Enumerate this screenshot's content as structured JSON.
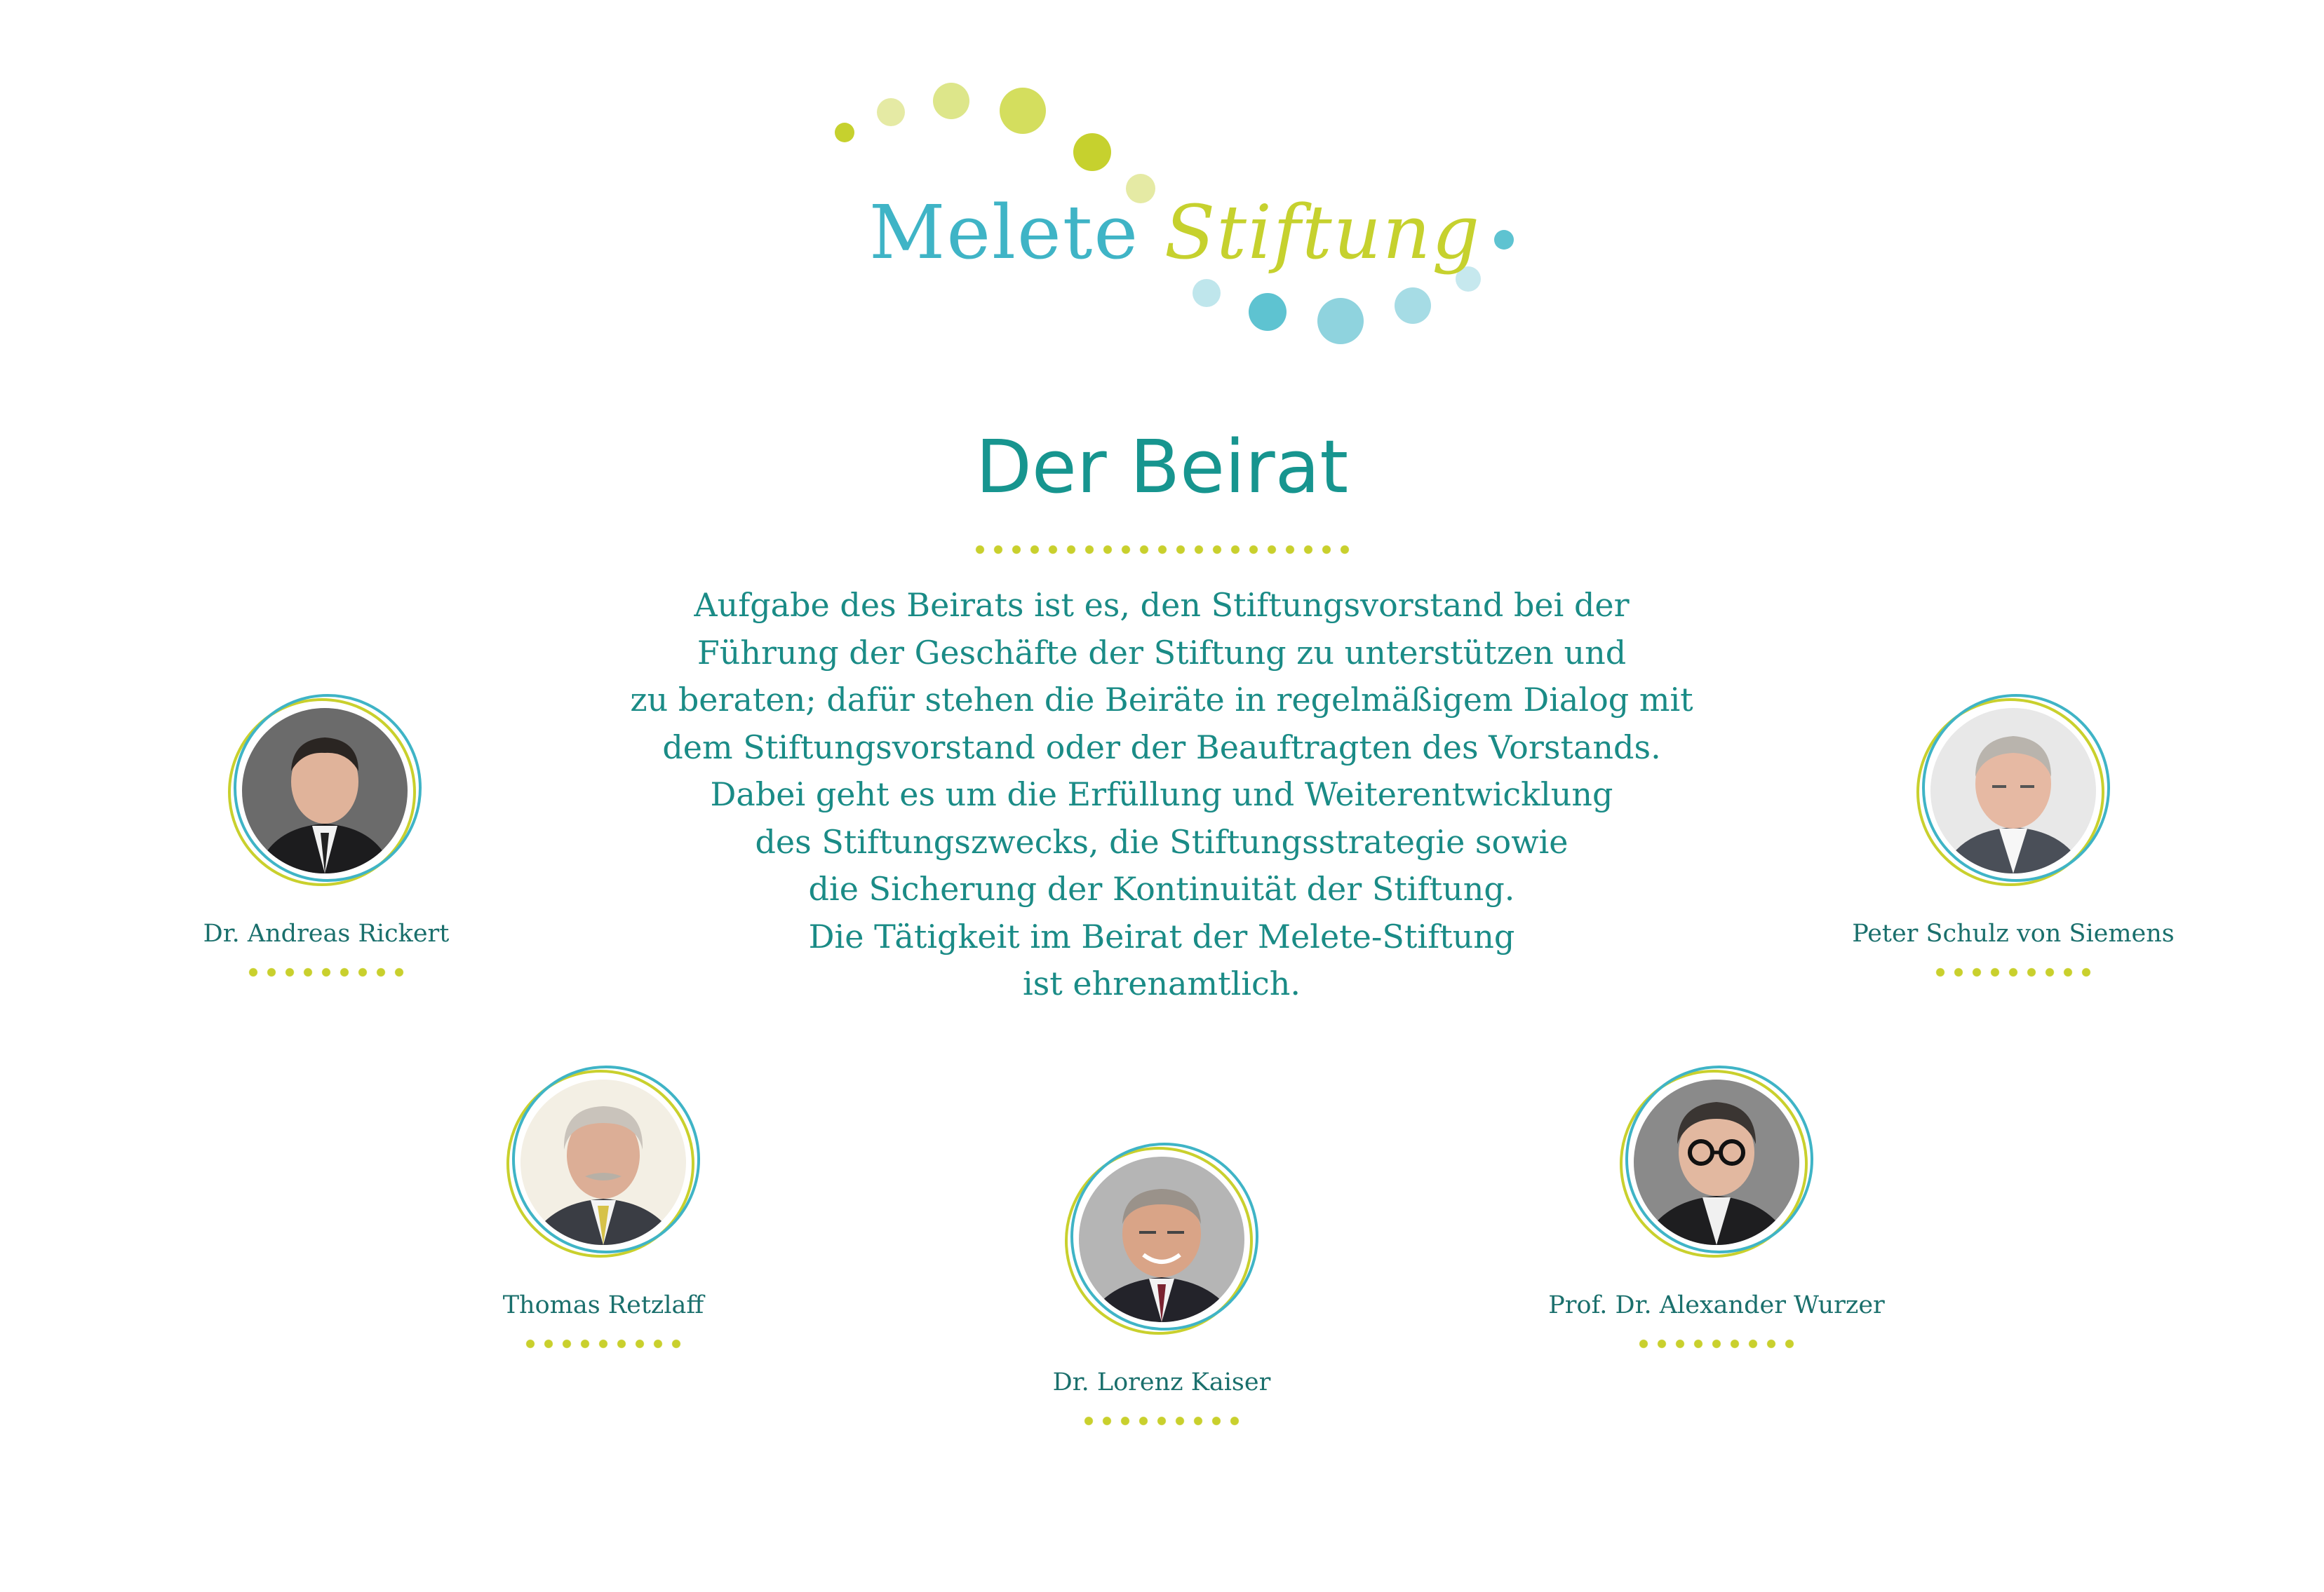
{
  "logo": {
    "word1": "Melete",
    "word2": "Stiftung",
    "colors": {
      "teal": "#3fb4c6",
      "lime": "#c6d12e"
    }
  },
  "title": "Der Beirat",
  "description": {
    "lines": [
      "Aufgabe des Beirats ist es, den Stiftungsvorstand bei der",
      "Führung der Geschäfte der Stiftung zu unterstützen und",
      "zu beraten; dafür stehen die Beiräte in regelmäßigem Dialog mit",
      "dem Stiftungsvorstand oder der Beauftragten des Vorstands.",
      "Dabei geht es um die Erfüllung und Weiterentwicklung",
      "des Stiftungszwecks, die Stiftungsstrategie sowie",
      "die Sicherung der Kontinuität der Stiftung.",
      "Die Tätigkeit im Beirat der Melete-Stiftung",
      "ist ehrenamtlich."
    ]
  },
  "members": [
    {
      "name": "Dr. Andreas Rickert",
      "icon": "portrait-photo"
    },
    {
      "name": "Peter Schulz von Siemens",
      "icon": "portrait-photo"
    },
    {
      "name": "Thomas Retzlaff",
      "icon": "portrait-photo"
    },
    {
      "name": "Prof. Dr. Alexander Wurzer",
      "icon": "portrait-photo"
    },
    {
      "name": "Dr. Lorenz Kaiser",
      "icon": "portrait-photo"
    }
  ],
  "colors": {
    "accent_teal": "#17958f",
    "text_teal": "#1a8b86",
    "dot_lime": "#c9d02d",
    "ring_blue": "#3fb4c6"
  }
}
